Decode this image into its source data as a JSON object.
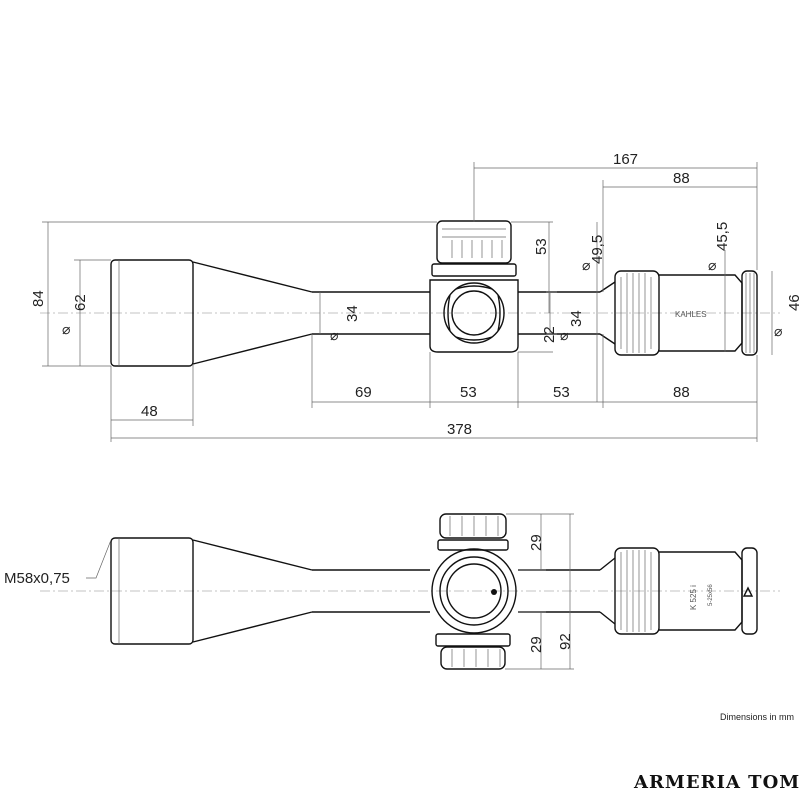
{
  "dimensions": {
    "d167": "167",
    "d88_top": "88",
    "d84": "84",
    "d62": "62",
    "d34_left": "34",
    "d53_vert": "53",
    "d49_5": "49,5",
    "d45_5": "45,5",
    "d34_right": "34",
    "d22": "22",
    "d46": "46",
    "d69": "69",
    "d53_a": "53",
    "d53_b": "53",
    "d88_bottom": "88",
    "d48": "48",
    "d378": "378",
    "d29_top": "29",
    "d29_bottom": "29",
    "d92": "92"
  },
  "thread_label": "M58x0,75",
  "diameter_symbol": "⌀",
  "scope_text": {
    "brand_top": "KAHLES",
    "model": "K 525 i",
    "magnification": "5-25x56"
  },
  "units_note": "Dimensions in mm",
  "watermark": "ARMERIA TOMEI"
}
